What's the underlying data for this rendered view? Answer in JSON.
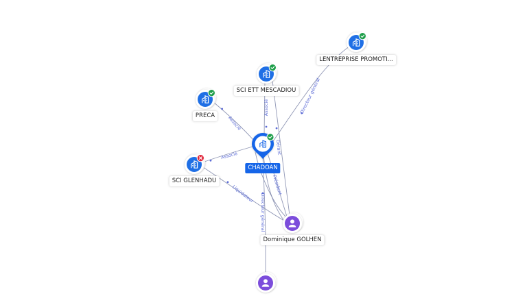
{
  "colors": {
    "company": "#1f6fe5",
    "person": "#7c4ddb",
    "selected_ring": "#1565e8",
    "active": "#1e9e4a",
    "closed": "#e0263a",
    "edge": "#7d85a8",
    "edge_label": "#5b6bd6"
  },
  "nodes": [
    {
      "id": "lentreprise",
      "label": "LENTREPRISE PROMOTI...",
      "kind": "company",
      "status": "active",
      "icon": "building-icon"
    },
    {
      "id": "sciett",
      "label": "SCI ETT MESCADIOU",
      "kind": "company",
      "status": "active",
      "icon": "building-icon"
    },
    {
      "id": "preca",
      "label": "PRECA",
      "kind": "company",
      "status": "active",
      "icon": "building-icon"
    },
    {
      "id": "chadoan",
      "label": "CHADOAN",
      "kind": "company",
      "status": "active",
      "icon": "building-icon",
      "selected": true
    },
    {
      "id": "glenhadu",
      "label": "SCI GLENHADU",
      "kind": "company",
      "status": "closed",
      "icon": "building-icon"
    },
    {
      "id": "dominique",
      "label": "Dominique GOLHEN",
      "kind": "person",
      "icon": "person-icon"
    },
    {
      "id": "person2",
      "label": "",
      "kind": "person",
      "icon": "person-icon"
    }
  ],
  "edges": [
    {
      "id": "e1",
      "label": "Directeur général"
    },
    {
      "id": "e2",
      "label": "Associé"
    },
    {
      "id": "e3",
      "label": "Associé"
    },
    {
      "id": "e4",
      "label": "Associé"
    },
    {
      "id": "e5",
      "label": "Liquidateur"
    },
    {
      "id": "e6",
      "label": "Gérant"
    },
    {
      "id": "e7",
      "label": "Président"
    },
    {
      "id": "e8",
      "label": "Directeur général"
    }
  ]
}
